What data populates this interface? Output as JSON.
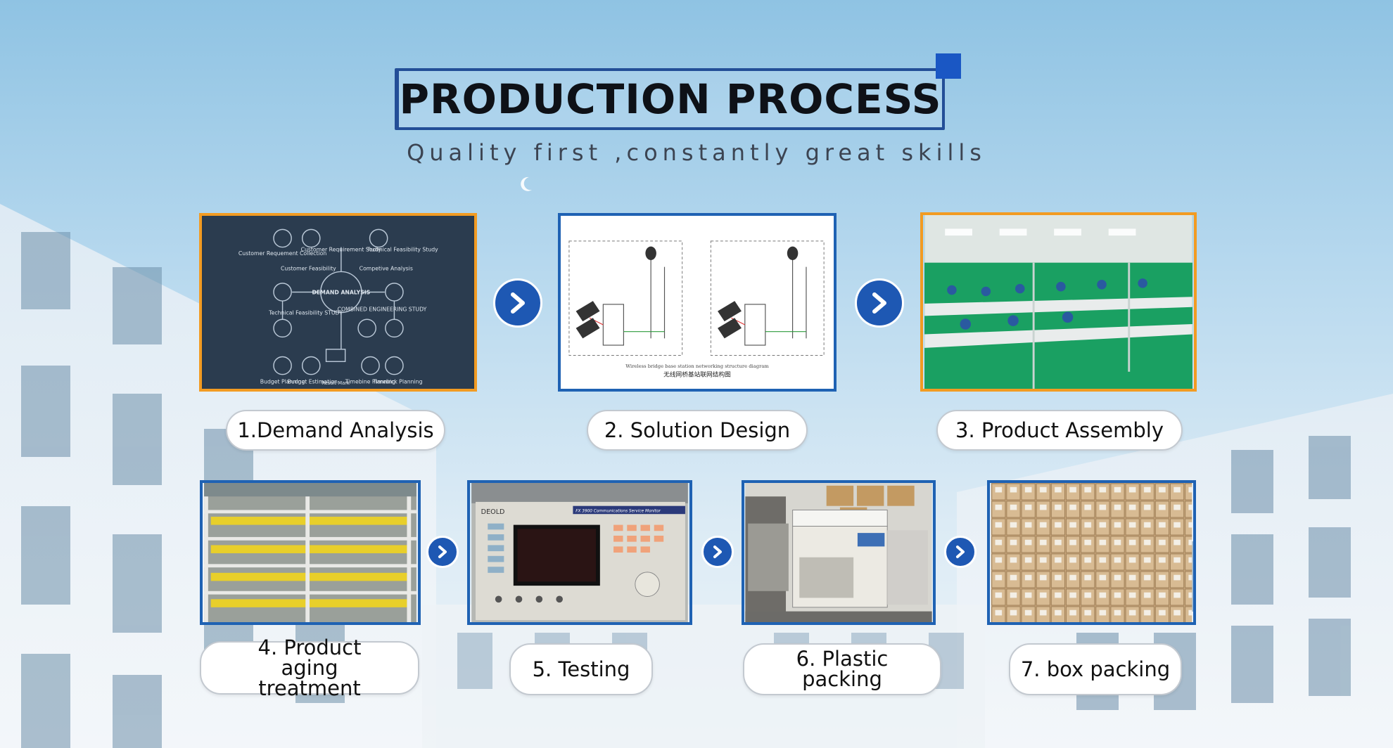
{
  "header": {
    "title": "PRODUCTION PROCESS",
    "subtitle": "Quality first ,constantly great skills"
  },
  "steps": [
    {
      "label": "1.Demand Analysis"
    },
    {
      "label": "2. Solution Design"
    },
    {
      "label": "3. Product Assembly"
    },
    {
      "label": "4. Product aging treatment"
    },
    {
      "label": "5. Testing"
    },
    {
      "label": "6. Plastic packing"
    },
    {
      "label": "7. box packing"
    }
  ],
  "images": {
    "demand": {
      "nodes": [
        "Customer Requement Collection",
        "Customer Requirement Study",
        "Technical Feasibility Study",
        "Customer Feasibility",
        "Competive Analysis",
        "DEMAND ANALYSIS",
        "Technical Feasibility STUDY",
        "COMBINED ENGINEERING STUDY",
        "Budget Planning",
        "Budget Estimation",
        "Timebine Planning",
        "Timebick Planning"
      ],
      "footer": "Result Mark"
    },
    "solution": {
      "caption_en": "Wireless bridge base station networking structure diagram",
      "caption_cn": "无线网桥基站联网结构图"
    },
    "testing": {
      "brand": "DEOLD",
      "model": "FX 3900 Communications Service Monitor"
    }
  },
  "colors": {
    "title_border": "#234e97",
    "accent_square": "#1a57c4",
    "orange_frame": "#f29b22",
    "blue_frame": "#1f62b3",
    "arrow": "#1e58b3"
  },
  "icons": [
    "chevron-right-icon"
  ]
}
